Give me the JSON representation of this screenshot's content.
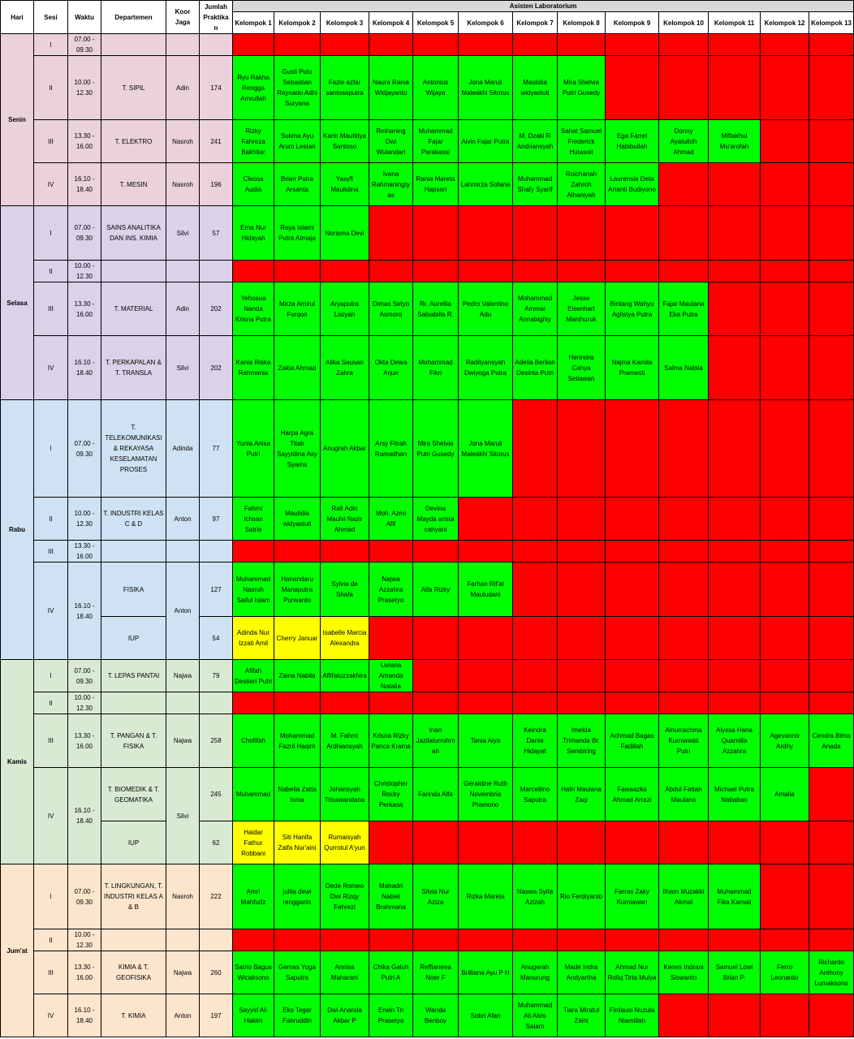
{
  "headers": {
    "hari": "Hari",
    "sesi": "Sesi",
    "waktu": "Waktu",
    "departemen": "Departemen",
    "koor": "Koor Jaga",
    "jumlah": "Jumlah Praktikan",
    "asisten": "Asisten Laboratorium",
    "kelompok": [
      "Kelompok 1",
      "Kelompok 2",
      "Kelompok 3",
      "Kelompok 4",
      "Kelompok 5",
      "Kelompok 6",
      "Kelompok 7",
      "Kelompok 8",
      "Kelompok 9",
      "Kelompok 10",
      "Kelompok 11",
      "Kelompok 12",
      "Kelompok 13"
    ]
  },
  "days": [
    {
      "name": "Senin",
      "bg": "#ead1dc",
      "rows": [
        {
          "sesi": "I",
          "waktu": "07.00 - 09.30",
          "dept": "",
          "koor": "",
          "jumlah": "",
          "cells": []
        },
        {
          "sesi": "II",
          "waktu": "10.00 - 12.30",
          "dept": "T. SIPIL",
          "koor": "Adin",
          "jumlah": "174",
          "cells": [
            "Ryu Rakha Rengga Amrullah",
            "Gusti Putu Sebastian Reynado Adhi Suryana",
            "Fazle azfar santosaputra",
            "Naura Rania Widjayanto",
            "Antonius Wijaya",
            "Jona Maruli Maleakhi Sitorus",
            "Maulidia widyastuti",
            "Mira Shelvia Putri Gusedy"
          ]
        },
        {
          "sesi": "III",
          "waktu": "13.30 - 16.00",
          "dept": "T. ELEKTRO",
          "koor": "Nasroh",
          "jumlah": "241",
          "cells": [
            "Rizky Fahreza Bakhtiar",
            "Sukma Ayu Arum Lestari",
            "Karin Maulidya Santoso",
            "Rethaning Dwi Wulandari",
            "Muhammad Fajar Parakassi",
            "Alvin Fajar Putra",
            "M. Dzaki R Andriansyah",
            "Sahat Samuel Frederick Hutasoit",
            "Ega Farrel Habibullah",
            "Donny Ayatulloh Ahmad",
            "Miftakhul Mu'arofah"
          ]
        },
        {
          "sesi": "IV",
          "waktu": "16.10 - 18.40",
          "dept": "T. MESIN",
          "koor": "Nasroh",
          "jumlah": "196",
          "cells": [
            "Cleosa Audia",
            "Brian Putra Arsanta",
            "Yasyfi Maulidina",
            "Ivana Rahmaningty as",
            "Rania Mareta Hapsari",
            "Lahmirza Sofana",
            "Muhammad Shafy Syarif",
            "Roichanah Zahroh Alhaniyah",
            "Laurensia Deta Artanti Budiyono"
          ]
        }
      ]
    },
    {
      "name": "Selasa",
      "bg": "#d9d2e9",
      "rows": [
        {
          "sesi": "I",
          "waktu": "07.00 - 09.30",
          "dept": "SAINS ANALITIKA DAN INS. KIMIA",
          "koor": "Silvi",
          "jumlah": "57",
          "cells": [
            "Erna Nur Hidayah",
            "Raya Islami Putra Atmaja",
            "Norisma Devi"
          ]
        },
        {
          "sesi": "II",
          "waktu": "10.00 - 12.30",
          "dept": "",
          "koor": "",
          "jumlah": "",
          "cells": []
        },
        {
          "sesi": "III",
          "waktu": "13.30 - 16.00",
          "dept": "T. MATERIAL",
          "koor": "Adin",
          "jumlah": "202",
          "cells": [
            "Yehosua Nanda Krisna Putra",
            "Mirza Amirul Furqon",
            "Aryaputra Listyan",
            "Dimas Setyo Asmoro",
            "Rr. Aurellia Salsabilla R.",
            "Pedro Valentino Adu",
            "Mohammad Ammar Annabighiy",
            "Jesse Eisenhart Manihuruk",
            "Bintang Wahyu Aglistya Putra",
            "Fajar Maulana Eka Putra"
          ]
        },
        {
          "sesi": "IV",
          "waktu": "16.10 - 18.40",
          "dept": "T. PERKAPALAN & T. TRANSLA",
          "koor": "Silvi",
          "jumlah": "202",
          "cells": [
            "Kania Riska Rahmania",
            "Zakia Ahmad",
            "Alika Sausan Zahra",
            "Okta Dewa Arjun",
            "Mohammad Fikri",
            "Radityansyah Dwiyoga Putra",
            "Adelia Berlian Desinta Putri",
            "Herindra Cahya Setiawan",
            "Najma Kamila Pramesti",
            "Salma Nabila"
          ]
        }
      ]
    },
    {
      "name": "Rabu",
      "bg": "#cfe2f3",
      "rows": [
        {
          "sesi": "I",
          "waktu": "07.00 - 09.30",
          "dept": "T. TELEKOMUNIKASI & REKAYASA KESELAMATAN PROSES",
          "koor": "Adinda",
          "jumlah": "77",
          "cells": [
            "Yunia Anisa Putri",
            "Harpa Agra Titah Sayyidina Asy Syams",
            "Anugrah Akbar",
            "Arsy Fitrah Ramadhan",
            "Mira Shelvia Putri Gusedy",
            "Jona Maruli Maleakhi Sitorus"
          ]
        },
        {
          "sesi": "II",
          "waktu": "10.00 - 12.30",
          "dept": "T. INDUSTRI KELAS C & D",
          "koor": "Anton",
          "jumlah": "97",
          "cells": [
            "Fahmi Ichsan Satria",
            "Maulidia widyastuti",
            "Rafi Adin Maulvi Nazir Ahmad",
            "Moh. Azmi Afif",
            "Devina Mayda arista cahyani"
          ]
        },
        {
          "sesi": "III",
          "waktu": "13.30 - 16.00",
          "dept": "",
          "koor": "",
          "jumlah": "",
          "cells": []
        },
        {
          "sesi": "IV",
          "waktu": "16.10 - 18.40",
          "dept": "FISIKA",
          "koor": "Anton",
          "jumlah": "127",
          "cells": [
            "Muhammad Nasroh Saiful Islam",
            "Hanandaru Manaputra Purwanto",
            "Sylvia de Shafa",
            "Najwa Azzahra Prasetyo",
            "Alfa Rizky",
            "Farhan Rif'at Mauludani"
          ]
        },
        {
          "sesi": "",
          "waktu": "",
          "dept": "IUP",
          "koor": "",
          "jumlah": "54",
          "cells": [
            "Adinda Nur Izzati Amil",
            "Cherry Januar",
            "Isabelle Marcia Alexandra"
          ]
        }
      ]
    },
    {
      "name": "Kamis",
      "bg": "#d9ead3",
      "rows": [
        {
          "sesi": "I",
          "waktu": "07.00 - 09.30",
          "dept": "T. LEPAS PANTAI",
          "koor": "Najwa",
          "jumlah": "79",
          "cells": [
            "Afifah Destieri Putri",
            "Zaina Nabila",
            "Affifatuzzakhira",
            "Liviana Amanda Natalia"
          ]
        },
        {
          "sesi": "II",
          "waktu": "10.00 - 12.30",
          "dept": "",
          "koor": "",
          "jumlah": "",
          "cells": []
        },
        {
          "sesi": "III",
          "waktu": "13.30 - 16.00",
          "dept": "T. PANGAN & T. FISIKA",
          "koor": "Najwa",
          "jumlah": "258",
          "cells": [
            "Chofifah",
            "Mohammad Fazril Haqim",
            "M. Fahmi Ardhiansyah",
            "Krisna Rizky Panca Krama",
            "Inan Jazilaturrohm ah",
            "Tania Alya",
            "Keindra Dante Hidayat",
            "Imelda Trimanda Br. Sembiring",
            "Achmad Bagas Fadillah",
            "Ainurrachma Kurniawati Putri",
            "Alyssa Hana Quamilla Azzahra",
            "Agevanno Ardhy",
            "Cendra Bima Anada"
          ]
        },
        {
          "sesi": "IV",
          "waktu": "16.10 - 18.40",
          "dept": "T. BIOMEDIK & T. GEOMATIKA",
          "koor": "Silvi",
          "jumlah": "245",
          "cells": [
            "Muhammad",
            "Nabella Zatta Isma",
            "Johansyah Trisswandana",
            "Christopher Rocky Perkasa",
            "Farinda Alfa",
            "Geraldine Ruth Novembria Pramono",
            "Marcellino Saputra",
            "Hafri Maulana Zaqi",
            "Fawaazka Ahmad Arrazi",
            "Abdul Fattah Maulana",
            "Michael Putra Nababan",
            "Amalia"
          ]
        },
        {
          "sesi": "",
          "waktu": "",
          "dept": "IUP",
          "koor": "",
          "jumlah": "62",
          "cells": [
            "Haidar Fathur Robbani",
            "Siti Hanifa Zalfa Nur'aini",
            "Rumaisyah Qurrotul A'yun"
          ]
        }
      ]
    },
    {
      "name": "Jum'at",
      "bg": "#fce5cd",
      "rows": [
        {
          "sesi": "I",
          "waktu": "07.00 - 09.30",
          "dept": "T. LINGKUNGAN, T. INDUSTRI KELAS A & B",
          "koor": "Nasroh",
          "jumlah": "222",
          "cells": [
            "Amri Mahfudz",
            "julita dewi rengganis",
            "Dede Romeo Dwi Rizqy Fahrezi",
            "Mahadri Nabiel Brahmana",
            "Silvia Nur Aziza",
            "Rizka Mareta",
            "Naswa Syifa Azizah",
            "Rio Ferdiyanto",
            "Farras Zaky Kurniawan",
            "Ilham Muzakki Akmal",
            "Muhammad Fika Kamali"
          ]
        },
        {
          "sesi": "II",
          "waktu": "10.00 - 12.30",
          "dept": "",
          "koor": "",
          "jumlah": "",
          "cells": []
        },
        {
          "sesi": "III",
          "waktu": "13.30 - 16.00",
          "dept": "KIMIA & T. GEOFISIKA",
          "koor": "Najwa",
          "jumlah": "260",
          "cells": [
            "Satrio Bagus Wicaksono",
            "Gemas Yoga Saputra",
            "Annisa Maharani",
            "Chika Galuh Putri A",
            "Reffianeea Noer F",
            "Brilliana Ayu P H",
            "Anugerah Manurung",
            "Made Indra Andyartha",
            "Ahmad Nur Rofiq Tirta Mulya",
            "Kenes Indrani Siswanto",
            "Samuel Lowi Brian P.",
            "Ferro Leonardo",
            "Richardo Anthony Lumaksono"
          ]
        },
        {
          "sesi": "IV",
          "waktu": "16.10 - 18.40",
          "dept": "T. KIMIA",
          "koor": "Anton",
          "jumlah": "197",
          "cells": [
            "Sayyid Al-Hakim",
            "Eko Tegar Fahruddin",
            "Dwi Ananda Akbar P",
            "Erwin Tri Prasetya",
            "Wanda Benboy",
            "Sobri Afan",
            "Muhammad Ali Alvis Salam",
            "Tiara Miratul Zaini",
            "Firdausi Nuzula Niamillah"
          ]
        }
      ]
    }
  ]
}
